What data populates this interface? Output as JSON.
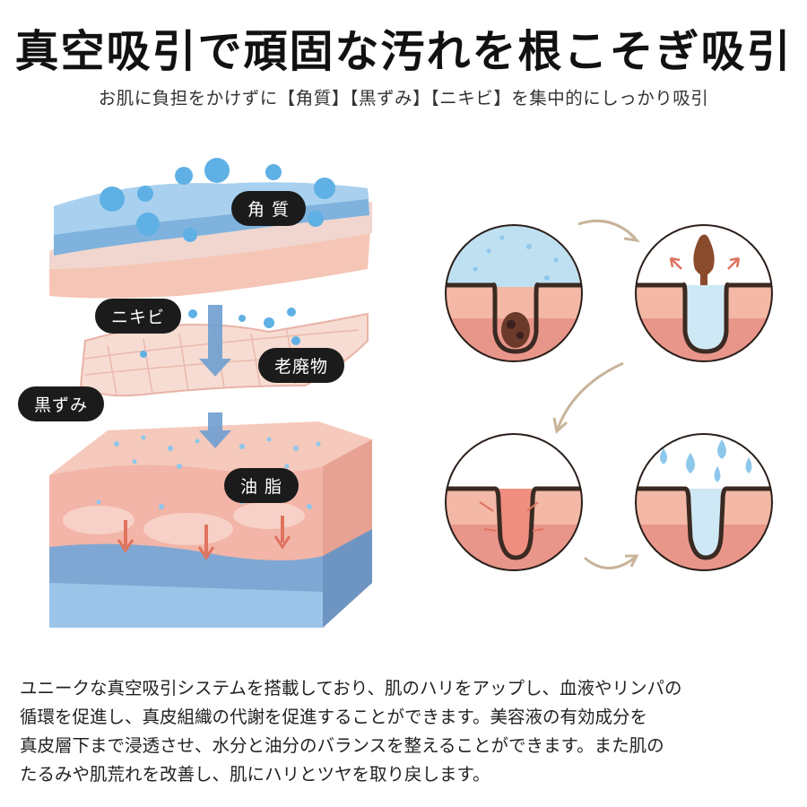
{
  "headline": "真空吸引で頑固な汚れを根こそぎ吸引",
  "subline": "お肌に負担をかけずに【角質】【黒ずみ】【ニキビ】を集中的にしっかり吸引",
  "labels": {
    "kakushitsu": "角 質",
    "nikibi": "ニキビ",
    "rouhaibutsu": "老廃物",
    "kurozumi": "黒ずみ",
    "yushi": "油 脂"
  },
  "description": [
    "ユニークな真空吸引システムを搭載しており、肌のハリをアップし、血液やリンパの",
    "循環を促進し、真皮組織の代謝を促進することができます。美容液の有効成分を",
    "真皮層下まで浸透させ、水分と油分のバランスを整えることができます。また肌の",
    "たるみや肌荒れを改善し、肌にハリとツヤを取り戻します。"
  ],
  "colors": {
    "skin_light": "#f7d3c8",
    "skin_dark": "#e9958a",
    "blue_layer": "#8fc3e8",
    "bubble": "#6ab6e6",
    "outline": "#3a2a22",
    "arrow": "#c8b49a"
  }
}
